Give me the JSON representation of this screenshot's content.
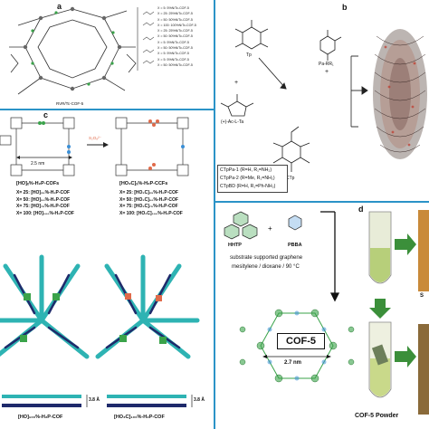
{
  "panels": {
    "a": {
      "letter": "a",
      "center_label": "RVR/Tc-COF-5",
      "legend": [
        "X = 5: 5%N/Tc-COF-5",
        "X = 25: 25%N/Tc-COF-5",
        "X = 50: 50%N/Tc-COF-5",
        "X = 100: 100%N/Tc-COF-5",
        "X = 25: 25%N/Tc-COF-5",
        "X = 50: 50%N/Tc-COF-5",
        "X = 5: 5%N/Tc-COF-5",
        "X = 50: 50%N/Tc-COF-5",
        "X = 5: 5%N/Tc-COF-5",
        "X = 5: 5%N/Tc-COF-5",
        "X = 50: 50%N/Tc-COF-5"
      ]
    },
    "b": {
      "letter": "b",
      "tp_label": "Tp",
      "pa_label": "Pa-RR₁",
      "acl_label": "(+)-Ac-L-Ta",
      "ctp_label": "CTp",
      "plus1": "+",
      "plus2": "+",
      "ctp_list": [
        "CTpPa-1 (R=H, R₁=NH₂)",
        "CTpPa-2 (R=Me, R₁=NH₂)",
        "CTpBD (R=H, R₁=Ph-NH₂)"
      ]
    },
    "c": {
      "letter": "c",
      "distance": "2.5 nm",
      "reaction": "S₂O₈²⁻",
      "left_title": "[HO]ₓ%-H₂P-COFs",
      "right_title": "[HO₂C]ₓ%-H₂P-CCFs",
      "left_list": [
        "X= 25: [HO]₂₅%-H₂P-COF",
        "X= 50: [HO]₅₀%-H₂P-COF",
        "X= 75: [HO]₇₅%-H₂P-COF",
        "X= 100: [HO]₁₀₀%-H₂P-COF"
      ],
      "right_list": [
        "X= 25: [HO₂C]₂₅%-H₂P-COF",
        "X= 50: [HO₂C]₅₀%-H₂P-COF",
        "X= 75: [HO₂C]₇₅%-H₂P-COF",
        "X= 100: [HO₂C]₁₀₀%-H₂P-COF"
      ],
      "bottom_left": "[HO]₁₀₀%-H₂P-COF",
      "bottom_right": "[HO₂C]₁₀₀%-H₂P-COF",
      "spacing_left": "3.8 Å",
      "spacing_right": "3.8 Å"
    },
    "d": {
      "letter": "d",
      "hhtp": "HHTP",
      "pbba": "PBBA",
      "plus": "+",
      "condition1": "substrate supported graphene",
      "condition2": "mesitylene / dioxane / 90 °C",
      "cof5": "COF-5",
      "pore": "2.7 nm",
      "powder": "COF-5 Powder",
      "partial_label": "S"
    }
  },
  "colors": {
    "divider": "#2b93c7",
    "teal": "#2eb3b3",
    "navy": "#1f2a6b",
    "green": "#3aa34a",
    "orange": "#e06a4a",
    "arrow_green": "#3b8f3a"
  }
}
